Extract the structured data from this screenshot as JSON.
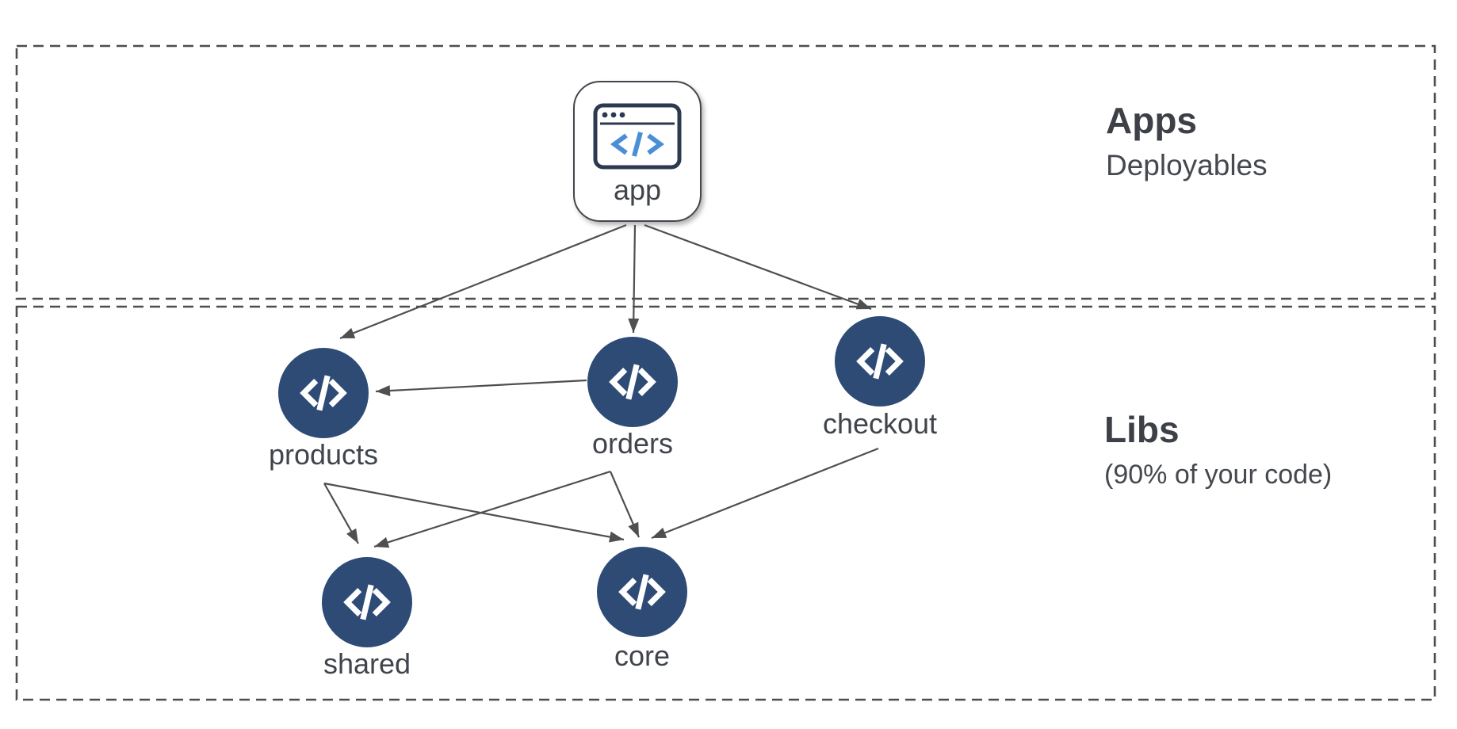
{
  "sections": {
    "apps": {
      "title": "Apps",
      "subtitle": "Deployables"
    },
    "libs": {
      "title": "Libs",
      "subtitle": "(90% of your code)"
    }
  },
  "nodes": {
    "app": {
      "label": "app",
      "icon": "browser-code-icon"
    },
    "products": {
      "label": "products",
      "icon": "code-icon"
    },
    "orders": {
      "label": "orders",
      "icon": "code-icon"
    },
    "checkout": {
      "label": "checkout",
      "icon": "code-icon"
    },
    "shared": {
      "label": "shared",
      "icon": "code-icon"
    },
    "core": {
      "label": "core",
      "icon": "code-icon"
    }
  },
  "edges": [
    {
      "from": "app",
      "to": "products"
    },
    {
      "from": "app",
      "to": "orders"
    },
    {
      "from": "app",
      "to": "checkout"
    },
    {
      "from": "orders",
      "to": "products"
    },
    {
      "from": "products",
      "to": "shared"
    },
    {
      "from": "products",
      "to": "core"
    },
    {
      "from": "orders",
      "to": "shared"
    },
    {
      "from": "orders",
      "to": "core"
    },
    {
      "from": "checkout",
      "to": "core"
    }
  ],
  "colors": {
    "lib_node_fill": "#2d4b75",
    "arrow": "#4f4f4f",
    "dashed_border": "#4d4d4d",
    "text": "#40444b",
    "icon_dark": "#2c3a4f",
    "icon_blue": "#4a8fd6"
  }
}
